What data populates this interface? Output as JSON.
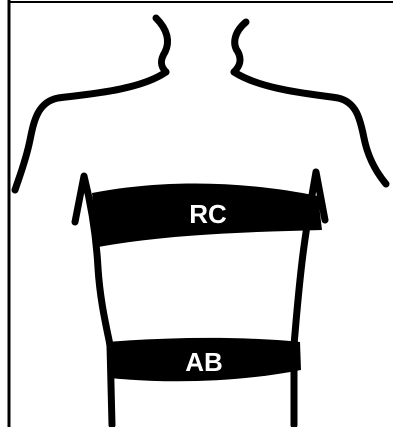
{
  "diagram": {
    "colors": {
      "ink": "#000000",
      "background": "#ffffff",
      "label": "#ffffff"
    },
    "bands": [
      {
        "id": "rc",
        "label": "RC"
      },
      {
        "id": "ab",
        "label": "AB"
      }
    ]
  }
}
